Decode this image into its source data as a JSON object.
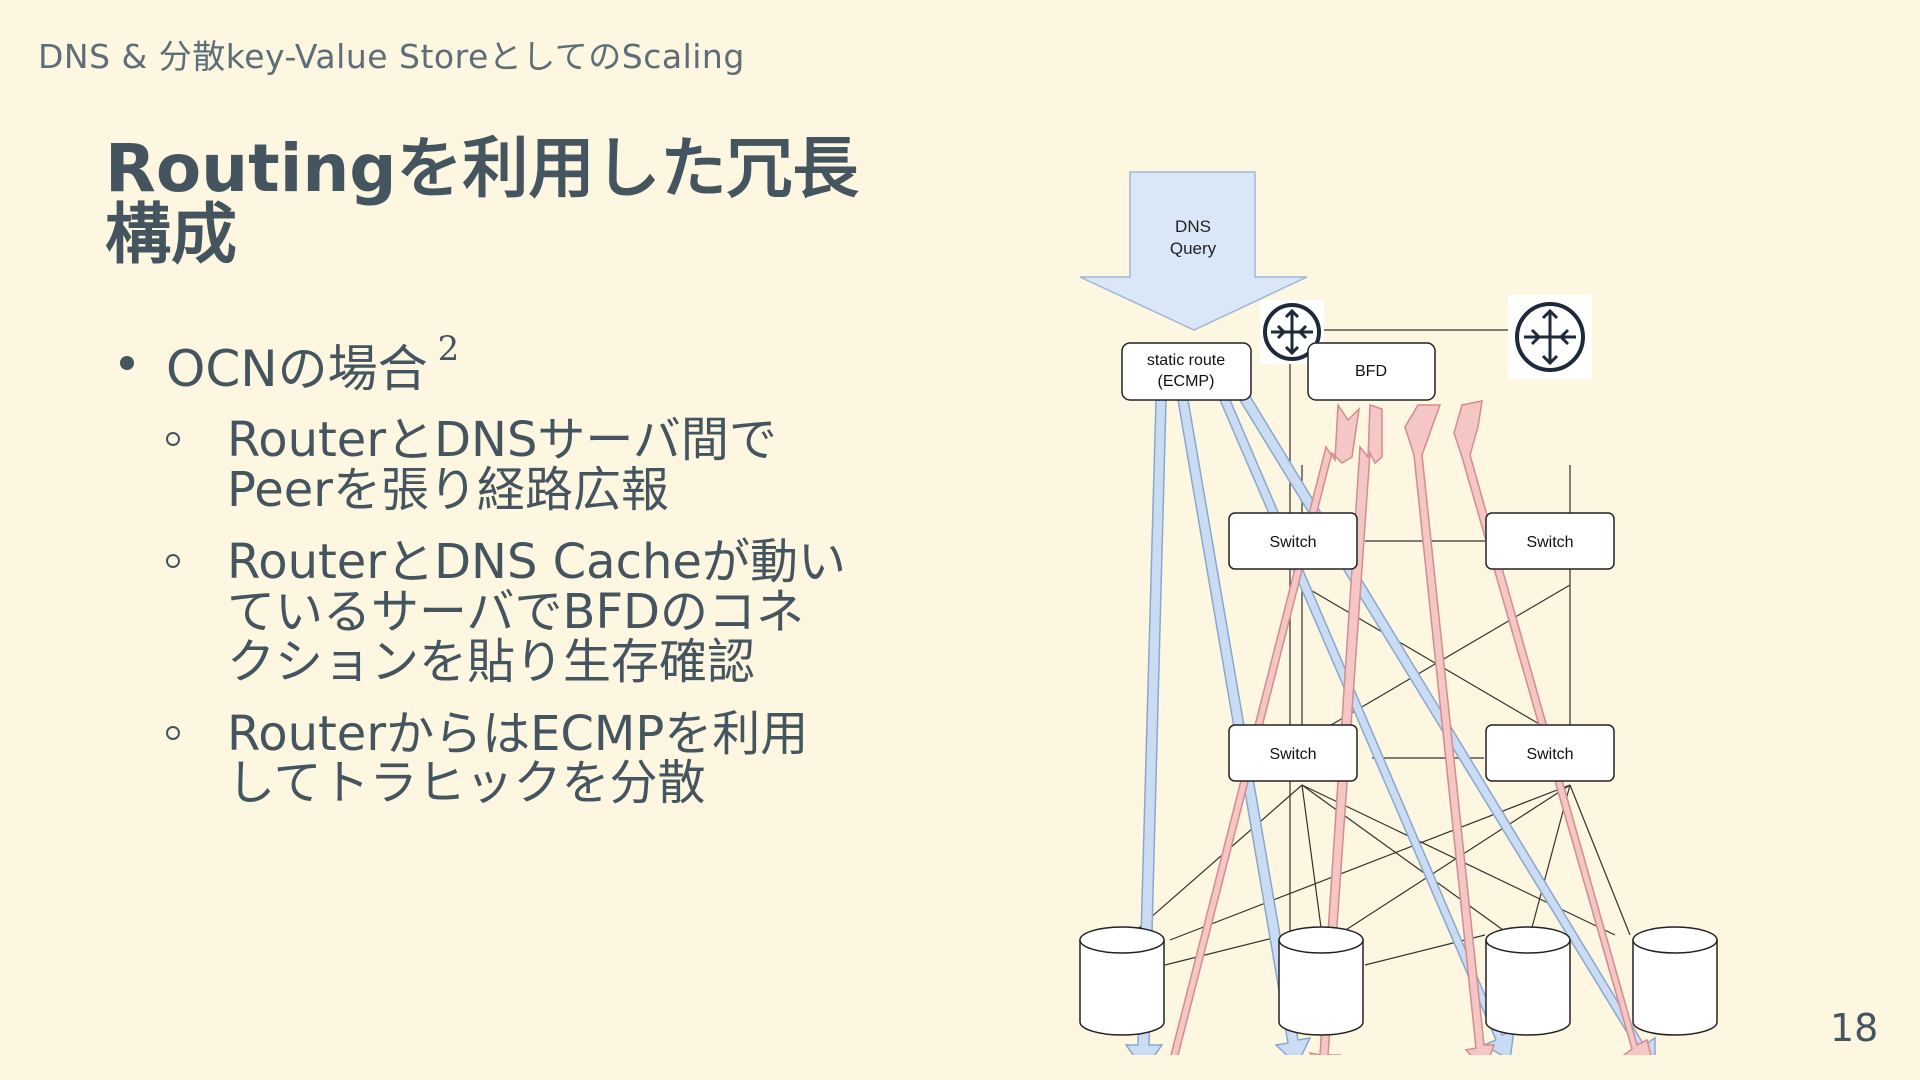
{
  "header": {
    "text": "DNS & 分散key-Value StoreとしてのScaling"
  },
  "slide": {
    "title_line1": "Routingを利用した冗長",
    "title_line2": "構成",
    "bullet": {
      "text": "OCNの場合",
      "footnote": "2"
    },
    "sub_bullets": [
      {
        "line1": "RouterとDNSサーバ間で",
        "line2": "Peerを張り経路広報"
      },
      {
        "line1": "RouterとDNS Cacheが動い",
        "line2": "ているサーバでBFDのコネ",
        "line3": "クションを貼り生存確認"
      },
      {
        "line1": "RouterからはECMPを利用",
        "line2": "してトラヒックを分散"
      }
    ]
  },
  "diagram": {
    "query_label_line1": "DNS",
    "query_label_line2": "Query",
    "static_route_line1": "static route",
    "static_route_line2": "(ECMP)",
    "bfd_label": "BFD",
    "switch_top_left": "Switch",
    "switch_top_right": "Switch",
    "switch_bottom_left": "Switch",
    "switch_bottom_right": "Switch",
    "colors": {
      "query_arrow": "#d9e7f8",
      "traffic_arrow": "#c9dcf3",
      "bfd_arrow": "#f4c6c6",
      "stroke": "#333333"
    }
  },
  "page": {
    "number": "18"
  }
}
